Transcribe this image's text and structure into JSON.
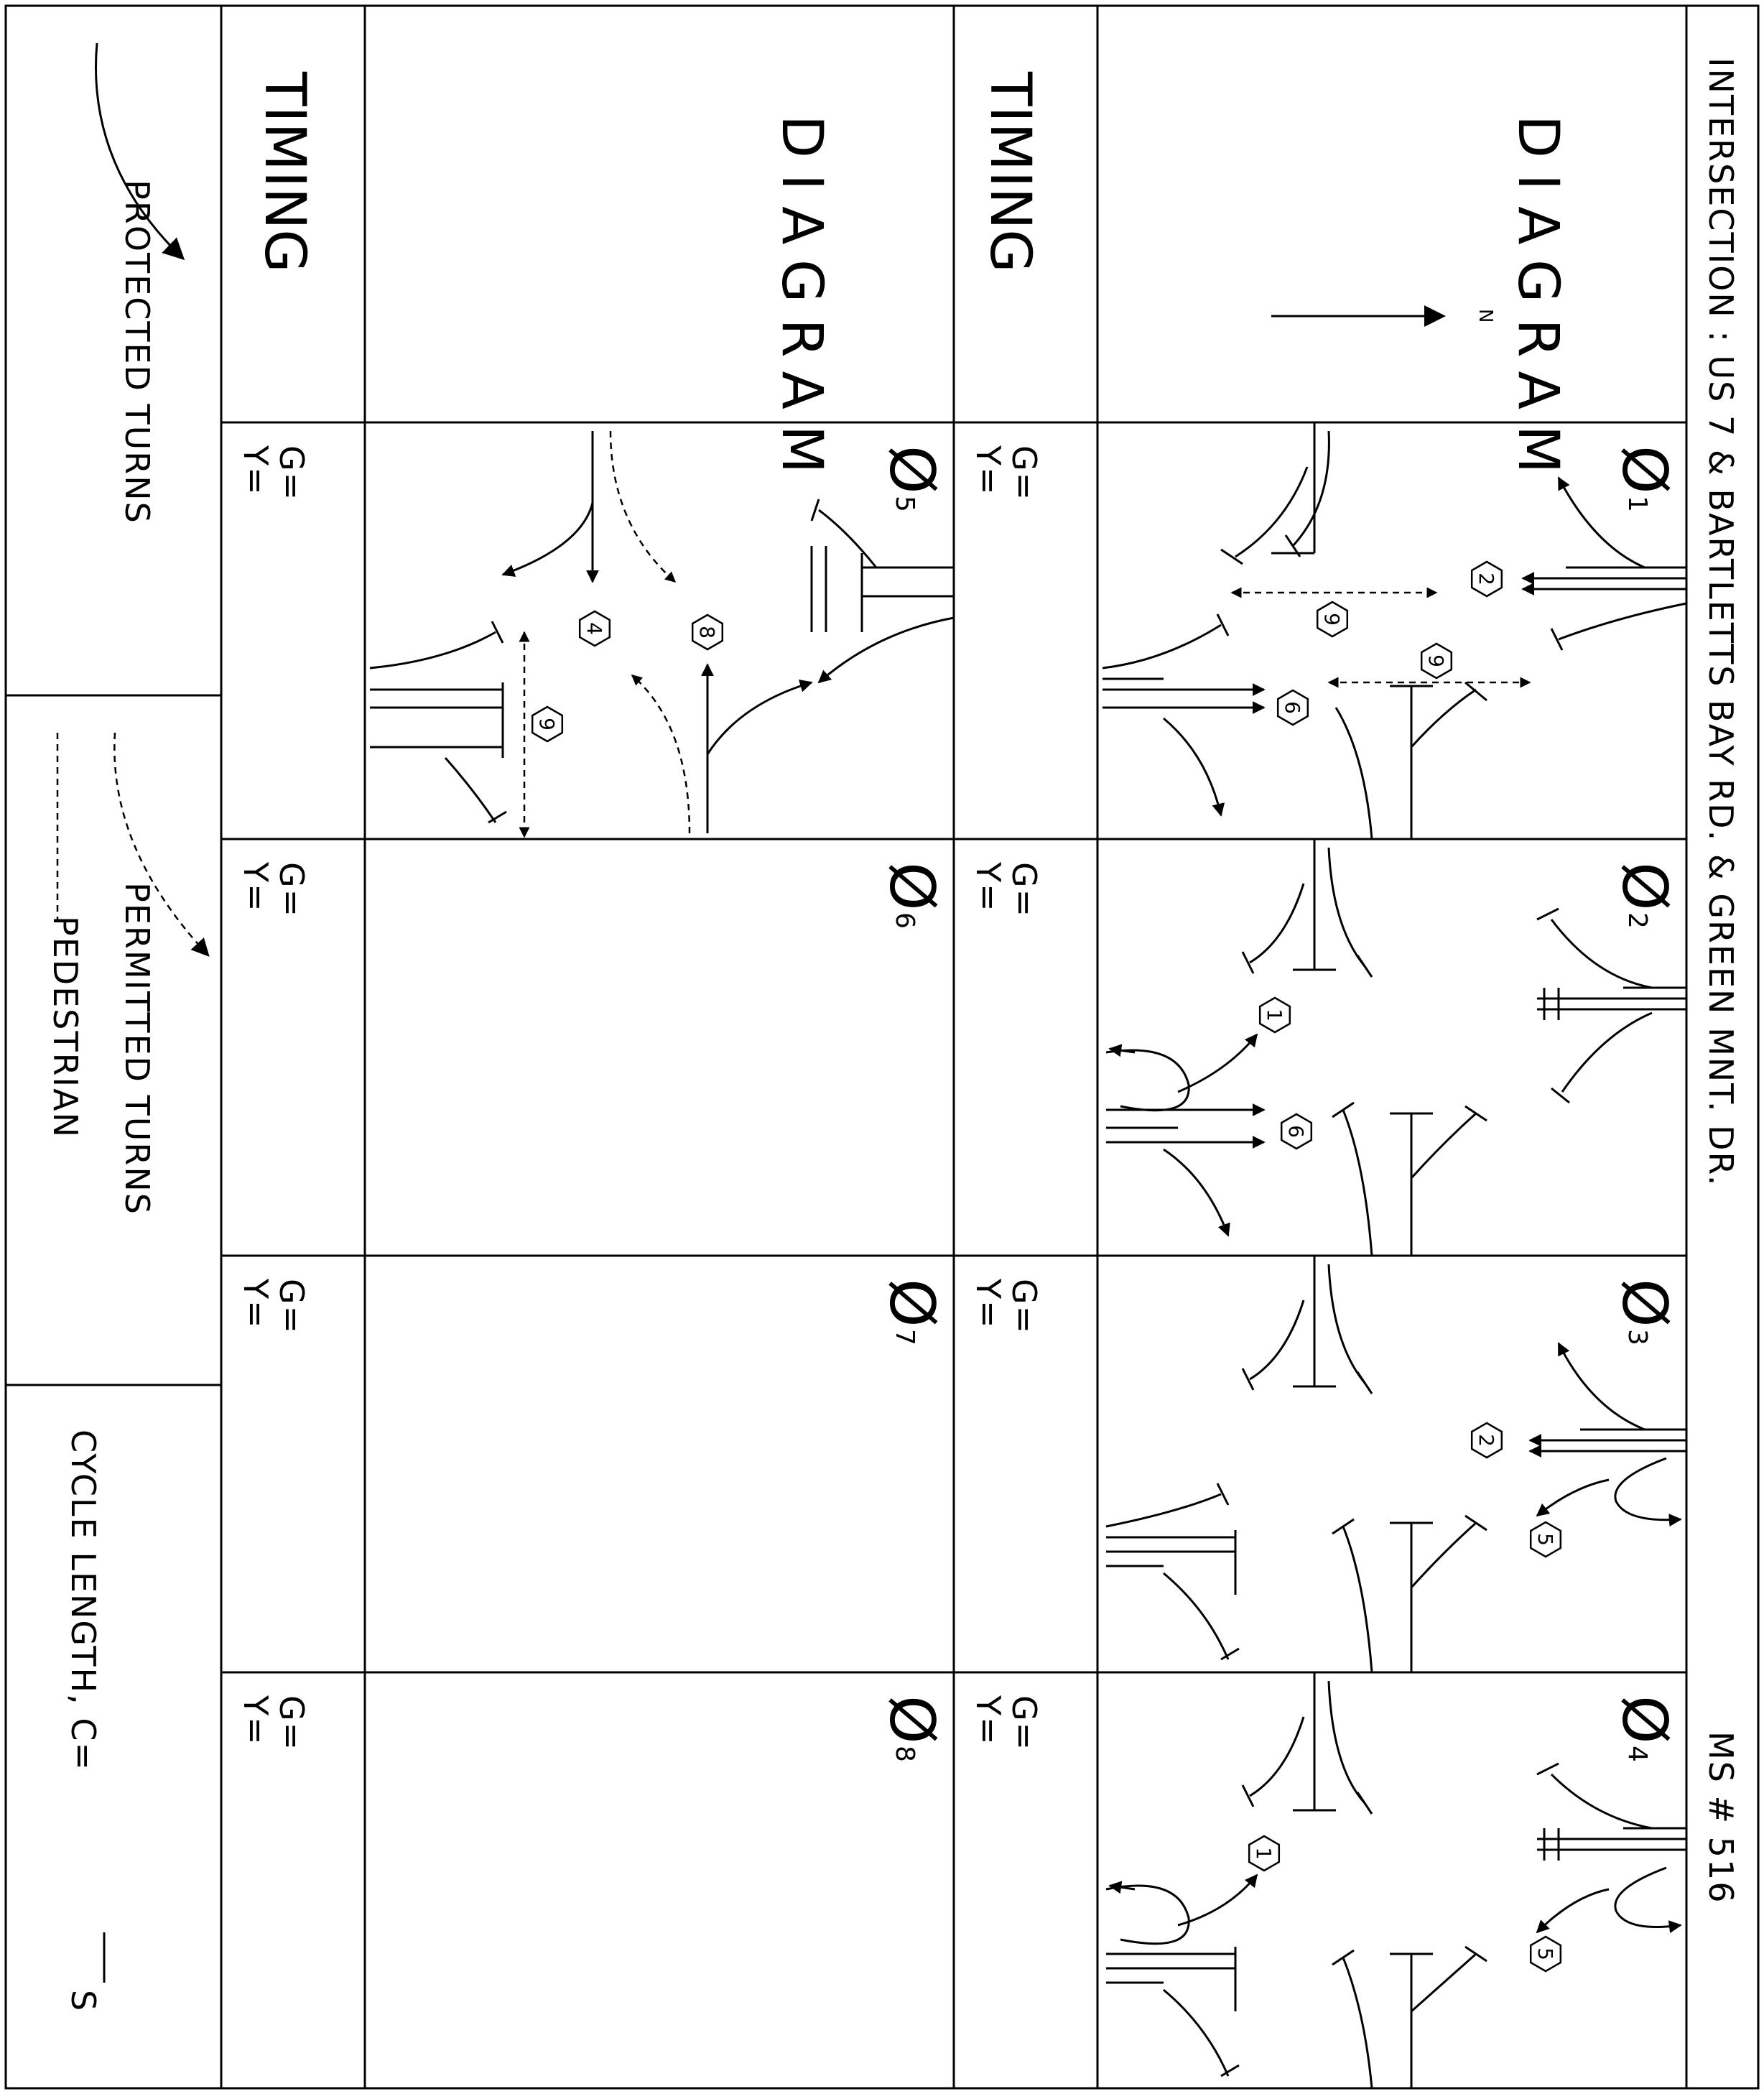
{
  "header": {
    "title": "INTERSECTION : US 7 & BARTLETTS BAY RD. & GREEN MNT. DR.",
    "ms": "MS # 516"
  },
  "labels": {
    "diagram": "DIAGRAM",
    "timing": "TIMING",
    "north": "N",
    "green": "G=",
    "yellow": "Y="
  },
  "phases": {
    "p1": {
      "glyph": "Ø",
      "num": "1"
    },
    "p2": {
      "glyph": "Ø",
      "num": "2"
    },
    "p3": {
      "glyph": "Ø",
      "num": "3"
    },
    "p4": {
      "glyph": "Ø",
      "num": "4"
    },
    "p5": {
      "glyph": "Ø",
      "num": "5"
    },
    "p6": {
      "glyph": "Ø",
      "num": "6"
    },
    "p7": {
      "glyph": "Ø",
      "num": "7"
    },
    "p8": {
      "glyph": "Ø",
      "num": "8"
    }
  },
  "movement_badges": {
    "p1": [
      "2",
      "9",
      "9",
      "6"
    ],
    "p2": [
      "1",
      "6"
    ],
    "p3": [
      "2",
      "5"
    ],
    "p4": [
      "1",
      "5"
    ],
    "p5": [
      "4",
      "8",
      "9"
    ]
  },
  "legend": {
    "protected": "PROTECTED TURNS",
    "permitted": "PERMITTED TURNS",
    "pedestrian": "PEDESTRIAN",
    "cycle_label": "CYCLE LENGTH, C=",
    "cycle_unit": "S"
  }
}
